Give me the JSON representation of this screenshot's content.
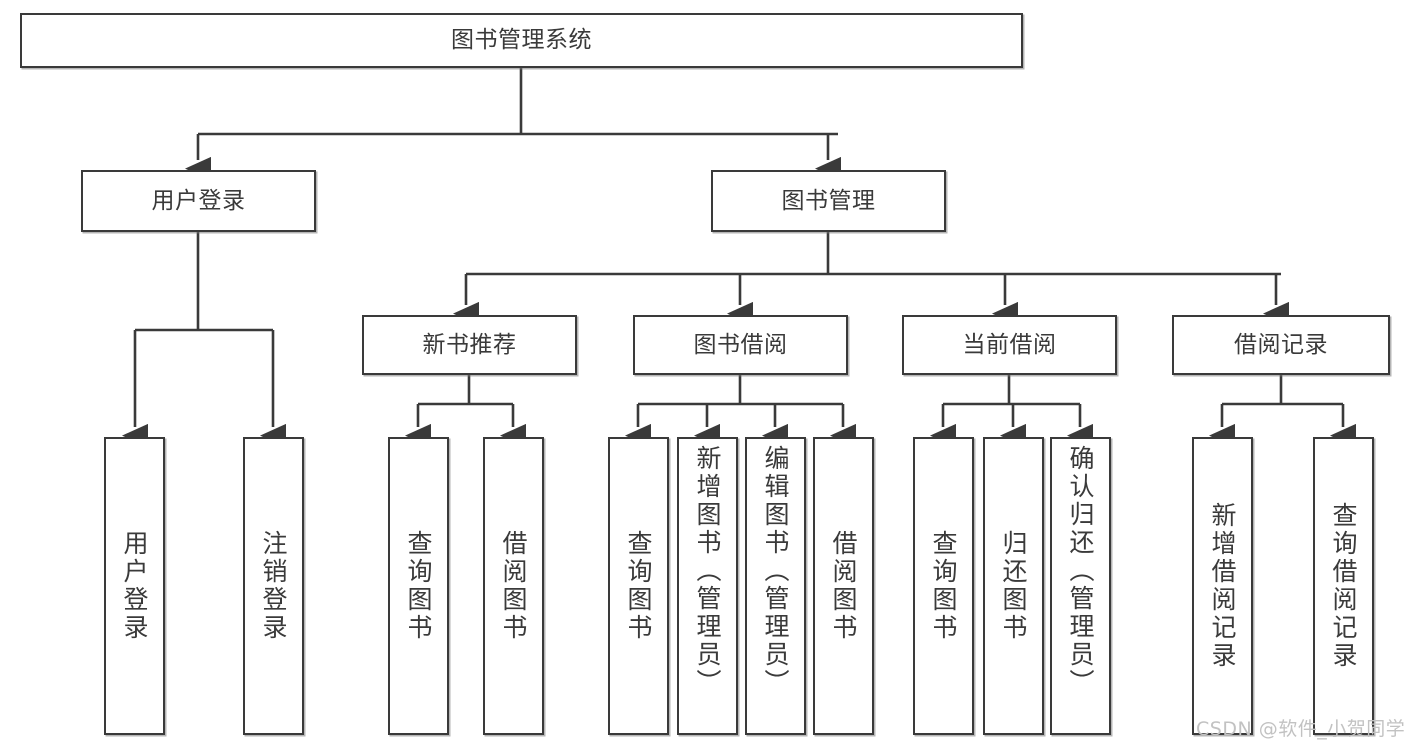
{
  "diagram": {
    "title": "图书管理系统",
    "type": "tree-hierarchy-chart",
    "line_color": "#3a3a3a",
    "text_color": "#3a3a3a",
    "background_color": "#ffffff",
    "nodes": {
      "root": {
        "label": "图书管理系统"
      },
      "level2": [
        {
          "label": "用户登录"
        },
        {
          "label": "图书管理"
        }
      ],
      "level3": [
        {
          "label": "新书推荐"
        },
        {
          "label": "图书借阅"
        },
        {
          "label": "当前借阅"
        },
        {
          "label": "借阅记录"
        }
      ],
      "leaves_user_login": [
        {
          "label": "用户登录"
        },
        {
          "label": "注销登录"
        }
      ],
      "leaves_new_book": [
        {
          "label": "查询图书"
        },
        {
          "label": "借阅图书"
        }
      ],
      "leaves_borrow": [
        {
          "label": "查询图书"
        },
        {
          "label": "新增图书（管理员）"
        },
        {
          "label": "编辑图书（管理员）"
        },
        {
          "label": "借阅图书"
        }
      ],
      "leaves_current": [
        {
          "label": "查询图书"
        },
        {
          "label": "归还图书"
        },
        {
          "label": "确认归还（管理员）"
        }
      ],
      "leaves_records": [
        {
          "label": "新增借阅记录"
        },
        {
          "label": "查询借阅记录"
        }
      ]
    }
  },
  "watermark": {
    "text": "CSDN @软件_小贺同学",
    "color": "#c2c2c2"
  }
}
